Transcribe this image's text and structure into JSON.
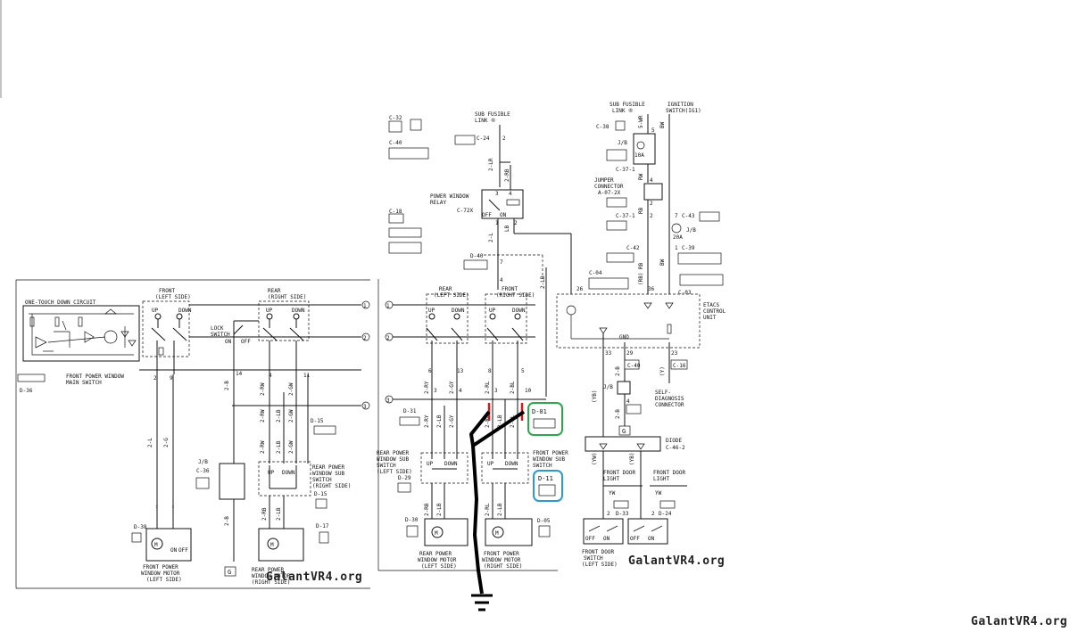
{
  "left_panel": {
    "circuit_title": "ONE-TOUCH DOWN CIRCUIT",
    "front_left_side": "FRONT\n(LEFT SIDE)",
    "rear_right_side": "REAR\n(RIGHT SIDE)",
    "up": "UP",
    "down": "DOWN",
    "lock_switch": "LOCK\nSWITCH",
    "on": "ON",
    "off": "OFF",
    "main_switch_label": "FRONT POWER WINDOW\nMAIN SWITCH",
    "main_switch_code": "D-36",
    "jb": "J/B",
    "jb_code": "C-36",
    "d15": "D-15",
    "d17": "D-17",
    "d38": "D-38",
    "rear_sub_switch": "REAR POWER\nWINDOW SUB\nSWITCH\n(RIGHT SIDE)",
    "front_motor_left": "FRONT POWER\nWINDOW MOTOR\n(LEFT SIDE)",
    "rear_motor_right": "REAR POWER\nWINDOW MOTOR\n(RIGHT SIDE)",
    "ground": "G",
    "pins": [
      "2",
      "9",
      "14",
      "4",
      "11",
      "6",
      "5",
      "3",
      "2",
      "1",
      "2",
      "1"
    ],
    "wires": [
      "2-L",
      "2-G",
      "2-B",
      "2-RW",
      "2-GW",
      "2-RW",
      "2-LB",
      "2-GW",
      "2-B",
      "2-RB",
      "2-LB",
      "2-B"
    ]
  },
  "center_panel": {
    "sub_fusible_link": "SUB FUSIBLE\nLINK ⑥",
    "c24": "C-24",
    "c32": "C-32",
    "c40": "C-40",
    "power_window_relay": "POWER WINDOW\nRELAY",
    "c72x": "C-72X",
    "off": "OFF",
    "on": "ON",
    "c18": "C-18",
    "d40": "D-40",
    "rear_left_side": "REAR\n(LEFT SIDE)",
    "front_right_side": "FRONT\n(RIGHT SIDE)",
    "up": "UP",
    "down": "DOWN",
    "d31": "D-31",
    "d01": "D-01",
    "d11": "D-11",
    "d29": "D-29",
    "d30": "D-30",
    "d05": "D-05",
    "rear_sub_switch_left": "REAR POWER\nWINDOW SUB\nSWITCH\n(LEFT SIDE)",
    "front_sub_switch": "FRONT POWER\nWINDOW SUB\nSWITCH",
    "rear_motor_left": "REAR POWER\nWINDOW MOTOR\n(LEFT SIDE)",
    "front_motor_right": "FRONT POWER\nWINDOW MOTOR\n(RIGHT SIDE)",
    "wires": [
      "2-LR",
      "2-RB",
      "2-L",
      "2-L",
      "2-RY",
      "2-GY",
      "2-RL",
      "2-BL",
      "2-RY",
      "2-LB",
      "2-GY",
      "2-RL",
      "2-LB",
      "2-BL",
      "2-RB",
      "2-LB",
      "2-RL",
      "2-LB",
      "2-LB"
    ],
    "pins": [
      "2",
      "3",
      "4",
      "1",
      "2",
      "5",
      "7",
      "6",
      "13",
      "8",
      "5",
      "3",
      "4",
      "10",
      "4",
      "1",
      "5",
      "3",
      "2",
      "4",
      "1"
    ],
    "circled": [
      "①",
      "②",
      "③"
    ],
    "ground_label": "G"
  },
  "right_panel": {
    "sub_fusible_link": "SUB FUSIBLE\nLINK ⑥",
    "ignition_switch": "IGNITION\nSWITCH(IG1)",
    "c38": "C-38",
    "jb": "J/B",
    "c37": "C-37-1",
    "jumper_connector": "JUMPER\nCONNECTOR\nA-07-2X",
    "c37b": "C-37-1",
    "c43": "C-43",
    "fuse_10a": "10A",
    "fuse_20a": "20A",
    "c42": "C-42",
    "c39": "C-39",
    "c04": "C-04",
    "c03": "C-03",
    "etacs": "ETACS\nCONTROL\nUNIT",
    "gnd": "GND",
    "c40": "C-40",
    "c16": "C-16",
    "self_diag": "SELF-\nDIAGNOSIS\nCONNECTOR",
    "diode": "DIODE\nC-46-2",
    "front_door_light_1": "FRONT DOOR\nLIGHT",
    "front_door_light_2": "FRONT DOOR\nLIGHT",
    "d33": "D-33",
    "d24": "D-24",
    "front_door_switch": "FRONT DOOR\nSWITCH (LEFT SIDE)",
    "pins": [
      "5",
      "4",
      "2",
      "1",
      "7",
      "26",
      "36",
      "33",
      "29",
      "23",
      "4",
      "2"
    ],
    "wires": [
      "5-WR",
      "RW",
      "RB",
      "LB",
      "BW",
      "(RB)",
      "(RB)",
      "(YB)",
      "2-B",
      "(Y)",
      "(YW)",
      "(YB)",
      "YW",
      "YW"
    ]
  },
  "watermarks": [
    "GalantVR4.org",
    "GalantVR4.org",
    "GalantVR4.org"
  ]
}
